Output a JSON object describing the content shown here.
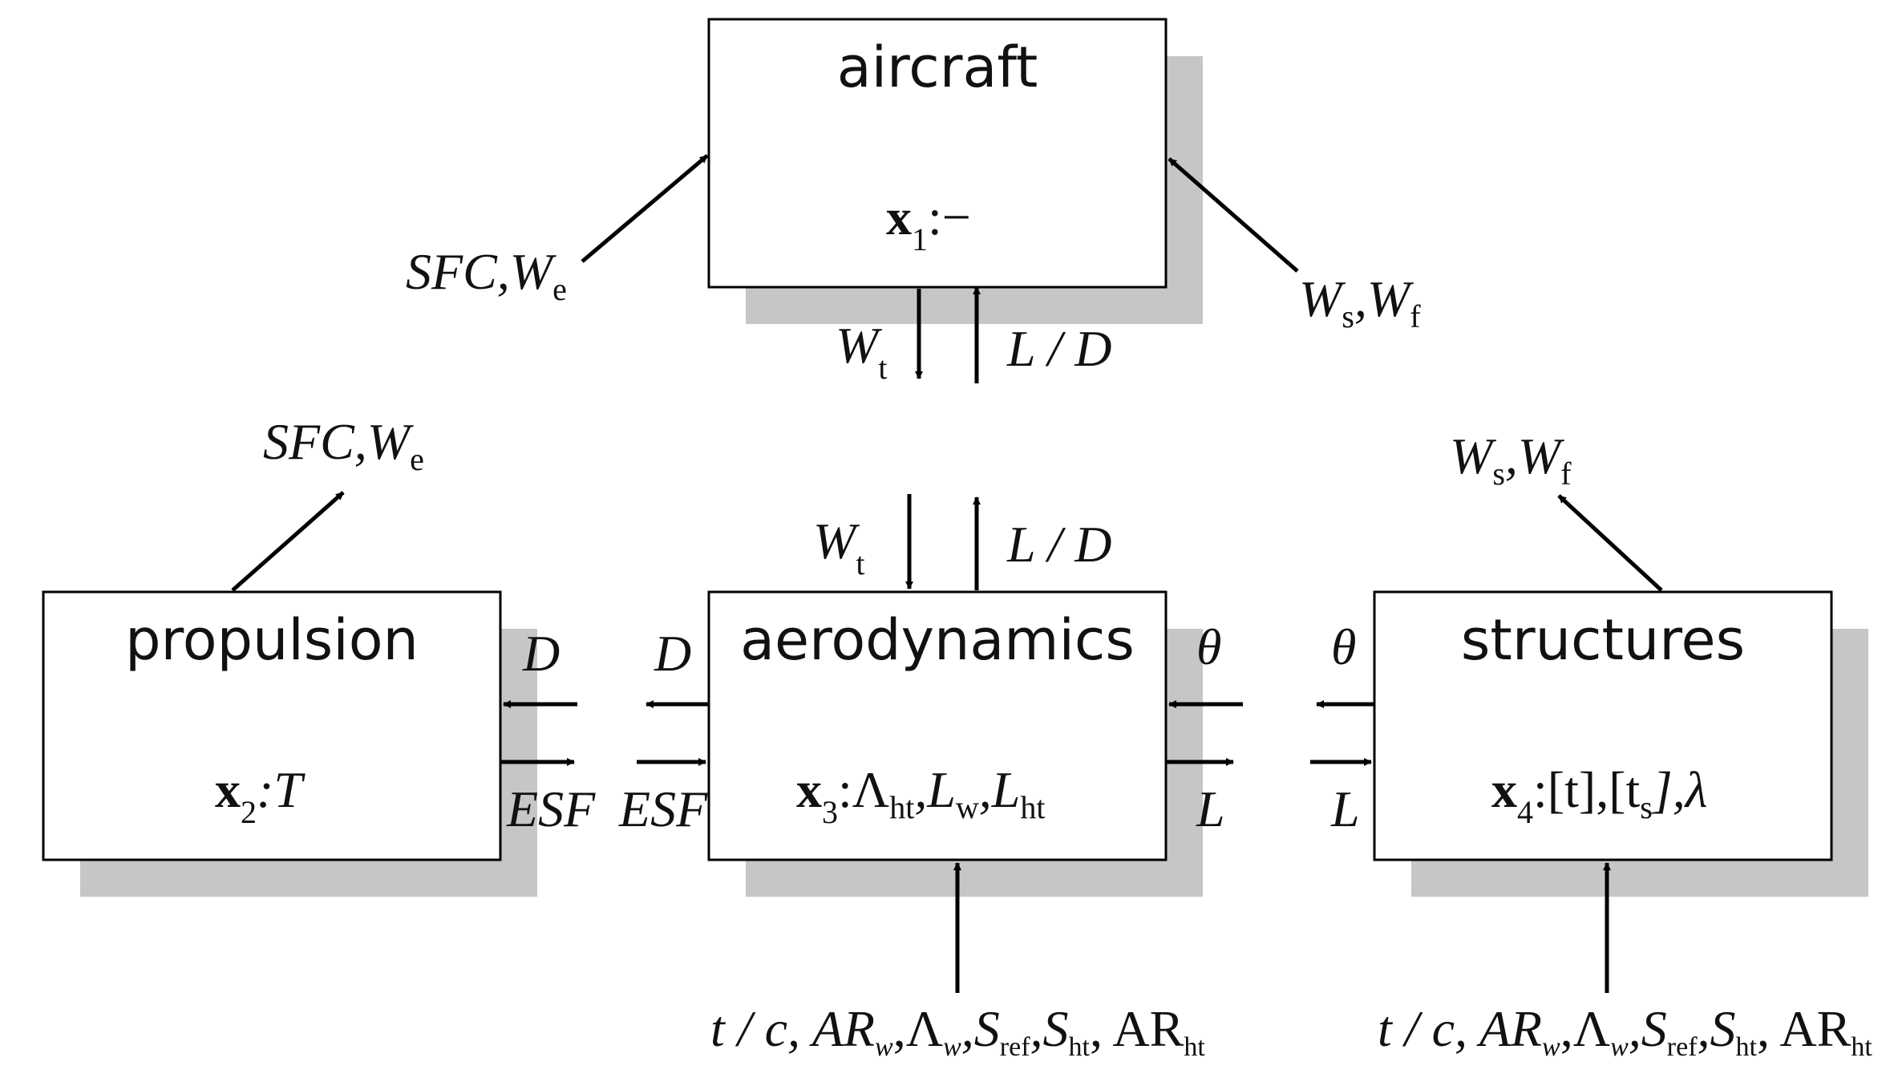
{
  "boxes": {
    "aircraft": {
      "title": "aircraft",
      "var_name": "x",
      "var_index": "1",
      "var_value": ":−"
    },
    "propulsion": {
      "title": "propulsion",
      "var_name": "x",
      "var_index": "2",
      "var_value": ":T"
    },
    "aerodynamics": {
      "title": "aerodynamics",
      "var_name": "x",
      "var_index": "3",
      "var_value": ":Λ"
    },
    "structures": {
      "title": "structures",
      "var_name": "x",
      "var_index": "4",
      "var_value": ":[t],[t"
    }
  },
  "labels": {
    "sfc_we": "SFC,W",
    "e": "e",
    "ws_wf_1": "W",
    "s": "s",
    "wf_comma": ",W",
    "f": "f",
    "wt": "W",
    "t": "t",
    "ld": "L / D",
    "D": "D",
    "ESF": "ESF",
    "theta": "θ",
    "L": "L",
    "aero_var_sub1": "ht",
    "aero_var_mid": ",L",
    "aero_var_sub2": "w",
    "aero_var_sub3": "ht",
    "struct_var_sub": "s",
    "struct_var_end": "],λ",
    "input_a": "t / c, AR",
    "input_w": "w",
    "input_b": ",Λ",
    "input_c": ",S",
    "input_ref": "ref",
    "input_d": ",S",
    "input_ht": "ht",
    "input_e": ", AR"
  }
}
